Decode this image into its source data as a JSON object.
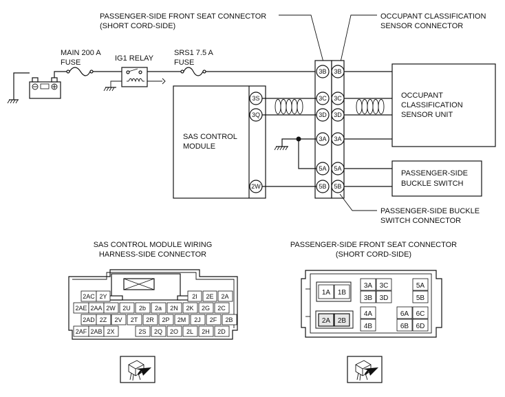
{
  "labels": {
    "pass_front_seat_conn": "PASSENGER-SIDE FRONT SEAT CONNECTOR",
    "short_cord_side": "(SHORT CORD-SIDE)",
    "occupant_class_sensor": "OCCUPANT CLASSIFICATION",
    "sensor_connector": "SENSOR CONNECTOR",
    "main_fuse_1": "MAIN 200 A",
    "main_fuse_2": "FUSE",
    "ig1_relay": "IG1 RELAY",
    "srs1_fuse_1": "SRS1 7.5 A",
    "srs1_fuse_2": "FUSE",
    "sas_module_1": "SAS CONTROL",
    "sas_module_2": "MODULE",
    "ocs_unit_1": "OCCUPANT",
    "ocs_unit_2": "CLASSIFICATION",
    "ocs_unit_3": "SENSOR UNIT",
    "buckle_switch_1": "PASSENGER-SIDE",
    "buckle_switch_2": "BUCKLE SWITCH",
    "buckle_conn_1": "PASSENGER-SIDE BUCKLE",
    "buckle_conn_2": "SWITCH CONNECTOR",
    "sas_wiring_1": "SAS CONTROL MODULE WIRING",
    "sas_wiring_2": "HARNESS-SIDE CONNECTOR",
    "seat_conn_1": "PASSENGER-SIDE FRONT SEAT CONNECTOR",
    "seat_conn_2": "(SHORT CORD-SIDE)"
  },
  "pins": {
    "p3B_l": "3B",
    "p3B_r": "3B",
    "p3C_l": "3C",
    "p3C_r": "3C",
    "p3D_l": "3D",
    "p3D_r": "3D",
    "p3A_l": "3A",
    "p3A_r": "3A",
    "p5A_l": "5A",
    "p5A_r": "5A",
    "p5B_l": "5B",
    "p5B_r": "5B",
    "p3S": "3S",
    "p3Q": "3Q",
    "p2W": "2W"
  },
  "sas_connector": {
    "row1": [
      "2AC",
      "2Y",
      "2I",
      "2E",
      "2A"
    ],
    "row2": [
      "2AE",
      "2AA",
      "2W",
      "2U",
      "2b",
      "2a",
      "2N",
      "2K",
      "2G",
      "2C"
    ],
    "row3": [
      "2AD",
      "2Z",
      "2V",
      "2T",
      "2R",
      "2P",
      "2M",
      "2J",
      "2F",
      "2B"
    ],
    "row4": [
      "2AF",
      "2AB",
      "2X",
      "2S",
      "2Q",
      "2O",
      "2L",
      "2H",
      "2D"
    ]
  },
  "seat_connector": {
    "c1A": "1A",
    "c1B": "1B",
    "c3A": "3A",
    "c3C": "3C",
    "c3B": "3B",
    "c3D": "3D",
    "c5A": "5A",
    "c5B": "5B",
    "c2A": "2A",
    "c2B": "2B",
    "c4A": "4A",
    "c4B": "4B",
    "c6A": "6A",
    "c6C": "6C",
    "c6B": "6B",
    "c6D": "6D"
  }
}
